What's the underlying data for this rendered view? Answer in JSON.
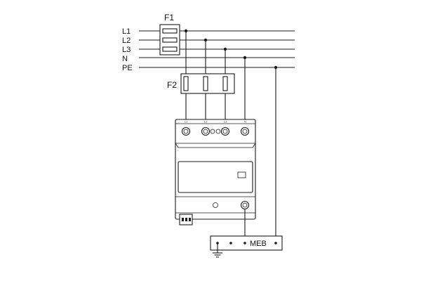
{
  "labels": {
    "f1": "F1",
    "f2": "F2",
    "meb": "MEB"
  },
  "conductors": [
    "L1",
    "L2",
    "L3",
    "N",
    "PE"
  ],
  "terminals": [
    "L1",
    "L2",
    "L3",
    "N"
  ],
  "colors": {
    "line": "#1a1a1a",
    "fill": "#ffffff"
  }
}
